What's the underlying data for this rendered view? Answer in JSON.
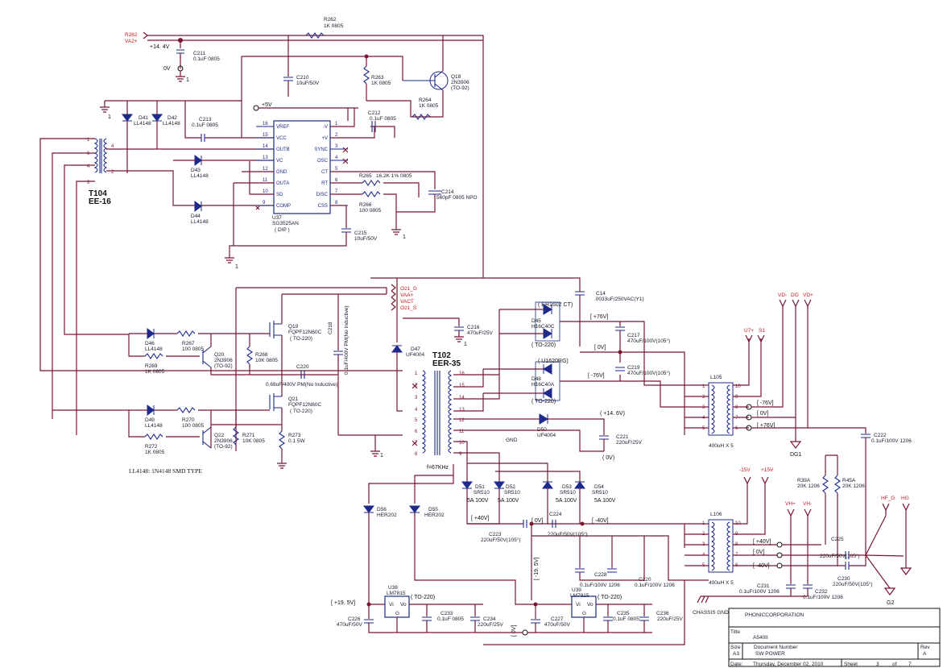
{
  "ic": {
    "ref": "U37",
    "part": "SG3525AN",
    "package": "( DIP )",
    "left_pins": [
      {
        "num": "16",
        "name": "VREF"
      },
      {
        "num": "15",
        "name": "VCC"
      },
      {
        "num": "14",
        "name": "OUTB"
      },
      {
        "num": "13",
        "name": "VC"
      },
      {
        "num": "12",
        "name": "GND"
      },
      {
        "num": "11",
        "name": "OUTA"
      },
      {
        "num": "10",
        "name": "SD"
      },
      {
        "num": "9",
        "name": "COMP"
      }
    ],
    "right_pins": [
      {
        "num": "1",
        "name": "-V"
      },
      {
        "num": "2",
        "name": "+V"
      },
      {
        "num": "3",
        "name": "SYNC"
      },
      {
        "num": "4",
        "name": "OSC"
      },
      {
        "num": "5",
        "name": "CT"
      },
      {
        "num": "6",
        "name": "RT"
      },
      {
        "num": "7",
        "name": "DISC"
      },
      {
        "num": "8",
        "name": "CSS"
      }
    ]
  },
  "labels": {
    "r262_net": "R262",
    "va2_net": "VA2+",
    "v14": "+14. 4V",
    "v0": "0V",
    "gnd1": "1",
    "plus5": "+5V",
    "r262": "R262",
    "r262v": "1K 0805",
    "c211": "C211",
    "c211v": "0.1uF 0805",
    "c210": "C210",
    "c210v": "10uF/50V",
    "r263": "R263",
    "r263v": "1K 0805",
    "q18": "Q18",
    "q18v": "2N3906",
    "q18p": "(TO-92)",
    "r264": "R264",
    "r264v": "1K 0805",
    "c212": "C212",
    "c212v": "0.1uF 0805",
    "c213": "C213",
    "c213v": "0.1uF 0805",
    "d41": "D41",
    "d41v": "LL4148",
    "d42": "D42",
    "d42v": "LL4148",
    "d43": "D43",
    "d43v": "LL4148",
    "d44": "D44",
    "d44v": "LL4148",
    "r265": "R265",
    "r265v": "16.2K 1% 0805",
    "r266": "R266",
    "r266v": "100 0805",
    "c214": "C214",
    "c214v": "560pF 0805 NPO",
    "c215": "C215",
    "c215v": "10uF/50V",
    "t104": "T104",
    "t104v": "EE-16",
    "o21g": "O21_G",
    "vaa": "VAA+",
    "vact": "VACT",
    "o21s": "O21_S",
    "q19": "Q19",
    "q19v": "FQPF12N60C",
    "q19p": "( TO-220)",
    "d46": "D46",
    "d46v": "LL4148",
    "r267": "R267",
    "r267v": "100 0805",
    "q20": "Q20",
    "q20v": "2N3906",
    "q20p": "(TO-92)",
    "r268": "R268",
    "r268v": "10K 0805",
    "r269": "R269",
    "r269v": "1K 0805",
    "c218": "C218",
    "c218v": "0.1uF/400V PM(No Inductive)",
    "c220": "C220",
    "c220v": "0.68uF/400V PM(No Inductive)",
    "q21": "Q21",
    "q21v": "FQPF12N60C",
    "q21p": "( TO-220)",
    "d49": "D49",
    "d49v": "LL4148",
    "r270": "R270",
    "r270v": "100 0805",
    "q22": "Q22",
    "q22v": "2N3906",
    "q22p": "(TO-92)",
    "r271": "R271",
    "r271v": "10K 0805",
    "r272": "R272",
    "r272v": "1K 0805",
    "r273": "R273",
    "r273v": "0.1 5W",
    "note": "LL4148: 1N4148 SMD TYPE",
    "d47": "D47",
    "d47v": "UF4004",
    "c216": "C216",
    "c216v": "470uF/25V",
    "t102": "T102",
    "t102v": "EER-35",
    "freq": "f=67KHz",
    "c14": "C14",
    "c14v": ".0033uF/250VAC(Y1)",
    "er1602": "( ER1602 CT)",
    "d45": "D45",
    "d45v": "H16C40C",
    "d45p": "( TO-220)",
    "u1620": "( U1620RG)",
    "d48": "D48",
    "d48v": "H16C40A",
    "d48p": "( TO-220)",
    "p76": "[ +76V]",
    "z0": "[ 0V]",
    "m76": "[ -76V]",
    "c217": "C217",
    "c217v": "470uF/100V(105°)",
    "c219": "C219",
    "c219v": "470uF/100V(105°)",
    "d50": "D50",
    "d50v": "UF4004",
    "p146": "( +14. 6V)",
    "c221": "C221",
    "c221v": "220uF/25V",
    "p0v": "( 0V)",
    "gndlab": "GND",
    "l105": "L105",
    "l105v": "400uH X 5",
    "m76b": "[ -76V]",
    "z0b": "[ 0V]",
    "p76b": "[ +76V]",
    "vd_m": "VD-",
    "dg": "DG",
    "vd_p": "VD+",
    "u7": "U7+",
    "s1": "S1",
    "dg1": "DG1",
    "c222": "C222",
    "c222v": "0.1uF/100V 1206",
    "d51": "D51",
    "d51v": "SR510",
    "d51r": "5A  100V",
    "d52": "D52",
    "d52v": "SR510",
    "d52r": "5A  100V",
    "d53": "D53",
    "d53v": "SR510",
    "d53r": "5A  100V",
    "d54": "D54",
    "d54v": "SR510",
    "d54r": "5A  100V",
    "d55": "D55",
    "d55v": "HER202",
    "d56": "D56",
    "d56v": "HER202",
    "p40": "[ +40V]",
    "z0c": "[ 0V]",
    "m40": "[ -40V]",
    "c223": "C223",
    "c223v": "220uF/50V(105°)",
    "c224": "C224",
    "c224v": "220uF/50V(105°)",
    "c228": "C228",
    "c228v": "0.1uF/100V 1206",
    "c220b": "C220",
    "c220bv": "0.1uF/100V 1206",
    "m15": "-15V",
    "p15": "+15V",
    "r39a": "R39A",
    "r39av": "20K 1206",
    "r45a": "R45A",
    "r45av": "20K 1206",
    "vh_p": "VH+",
    "vh_m": "VH-",
    "hfg": "HF_G",
    "hg": "HG",
    "l106": "L106",
    "l106v": "400uH X 5",
    "p40b": "[ +40V]",
    "z0d": "[ 0V]",
    "m40b": "[ -40V]",
    "c225": "C225",
    "c225v": "220uF/50V(105°)",
    "c230": "C230",
    "c230v": "220uF/50V(105°)",
    "c231": "C231",
    "c231v": "0.1uF/100V 1206",
    "c232": "C232",
    "c232v": "0.1uF/100V 1206",
    "g2": "G2",
    "chassis": "CHASSIS GND",
    "p195": "[ +19. 5V]",
    "m195": "[ -19. 5V]",
    "u38": "U38",
    "u38v": "LM7815",
    "u38p": "( TO-220)",
    "u39": "U39",
    "u39v": "LM7915",
    "u39p": "( TO-220)",
    "vi": "Vi",
    "vo": "Vo",
    "g": "G",
    "c226": "C226",
    "c226v": "470uF/50V",
    "c233": "C233",
    "c233v": "0.1uF 0805",
    "c234": "C234",
    "c234v": "220uF/25V",
    "c227": "C227",
    "c227v": "470uF/50V",
    "c235": "C235",
    "c235v": "0.1uF 0805",
    "c236": "C236",
    "c236v": "220uF/25V",
    "z0e": "[ 0V]"
  },
  "title_block": {
    "company": "PHONICCORPORATION",
    "title_label": "Title",
    "title": "A540II",
    "size_label": "Size",
    "size": "A3",
    "docnum_label": "Document Number",
    "docnum": "SW POWER",
    "rev_label": "Rev",
    "rev": "A",
    "date_label": "Date:",
    "date": "Thursday, December 02, 2010",
    "sheet_label": "Sheet",
    "sheet": "3",
    "of_label": "of",
    "of": "7"
  }
}
